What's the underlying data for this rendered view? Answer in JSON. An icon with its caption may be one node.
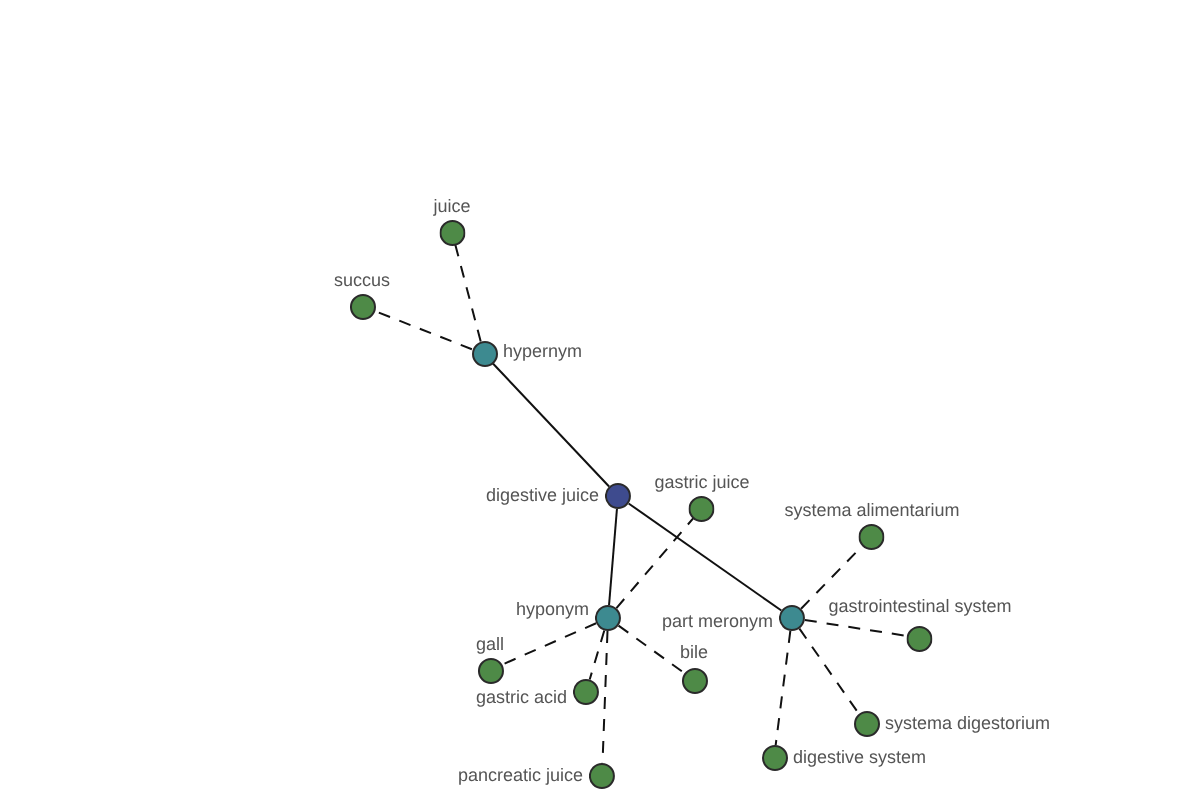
{
  "diagram": {
    "nodes": [
      {
        "text": [
          "juice"
        ]
      },
      {
        "text": [
          "succus"
        ]
      },
      {
        "text": [
          "hypernym"
        ]
      },
      {
        "text": [
          "digestive juice"
        ]
      },
      {
        "text": [
          "gastric juice"
        ]
      },
      {
        "text": [
          "systema alimentarium"
        ]
      },
      {
        "text": [
          "hyponym"
        ]
      },
      {
        "text": [
          "part meronym"
        ]
      },
      {
        "text": [
          "gastrointestinal system"
        ]
      },
      {
        "text": [
          "gall"
        ]
      },
      {
        "text": [
          "gastric acid"
        ]
      },
      {
        "text": [
          "bile"
        ]
      },
      {
        "text": [
          "systema digestorium"
        ]
      },
      {
        "text": [
          "digestive system"
        ]
      },
      {
        "text": [
          "pancreatic juice"
        ]
      }
    ],
    "edges": [
      {
        "from": 3,
        "to": 2,
        "arrow": "none"
      },
      {
        "from": 3,
        "to": 6,
        "arrow": "none"
      },
      {
        "from": 3,
        "to": 7,
        "arrow": "none"
      },
      {
        "from": 2,
        "to": 0,
        "arrow": "none",
        "style": "dashed"
      },
      {
        "from": 2,
        "to": 1,
        "arrow": "none",
        "style": "dashed"
      },
      {
        "from": 6,
        "to": 4,
        "arrow": "none",
        "style": "dashed"
      },
      {
        "from": 6,
        "to": 9,
        "arrow": "none",
        "style": "dashed"
      },
      {
        "from": 6,
        "to": 10,
        "arrow": "none",
        "style": "dashed"
      },
      {
        "from": 6,
        "to": 11,
        "arrow": "none",
        "style": "dashed"
      },
      {
        "from": 6,
        "to": 14,
        "arrow": "none",
        "style": "dashed"
      },
      {
        "from": 7,
        "to": 5,
        "arrow": "none",
        "style": "dashed"
      },
      {
        "from": 7,
        "to": 8,
        "arrow": "none",
        "style": "dashed"
      },
      {
        "from": 7,
        "to": 12,
        "arrow": "none",
        "style": "dashed"
      },
      {
        "from": 7,
        "to": 13,
        "arrow": "none",
        "style": "dashed"
      }
    ]
  }
}
